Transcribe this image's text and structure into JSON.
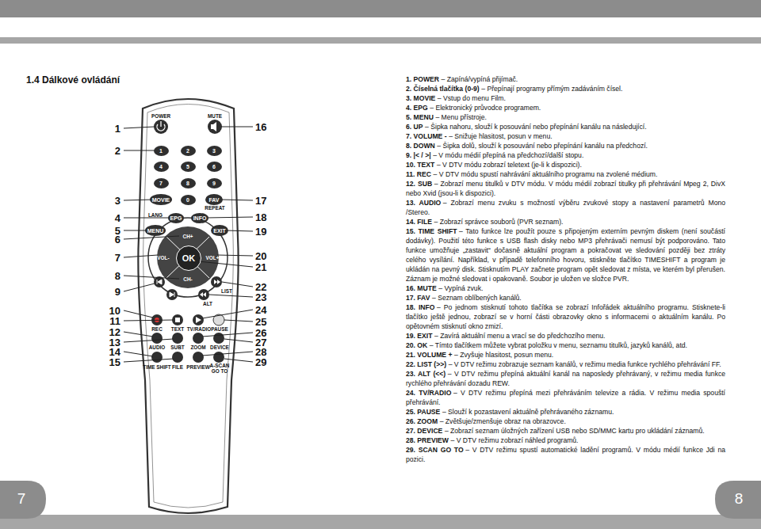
{
  "diagram": {
    "title": "1.4 Dálkové ovládání",
    "nodes": [
      {
        "text": [
          "1"
        ]
      },
      {
        "text": [
          "2"
        ]
      },
      {
        "text": [
          "3"
        ]
      },
      {
        "text": [
          "4"
        ]
      },
      {
        "text": [
          "5"
        ]
      },
      {
        "text": [
          "6"
        ]
      },
      {
        "text": [
          "7"
        ]
      },
      {
        "text": [
          "8"
        ]
      },
      {
        "text": [
          "9"
        ]
      },
      {
        "text": [
          "MOVIE"
        ]
      },
      {
        "text": [
          "0"
        ]
      },
      {
        "text": [
          "FAV"
        ]
      },
      {
        "text": [
          "EPG"
        ]
      },
      {
        "text": [
          "INFO"
        ]
      },
      {
        "text": [
          "MENU"
        ]
      },
      {
        "text": [
          "EXIT"
        ]
      },
      {
        "text": [
          "OK"
        ]
      }
    ],
    "labels": [
      "1",
      "2",
      "3",
      "4",
      "5",
      "6",
      "7",
      "8",
      "9",
      "10",
      "11",
      "12",
      "13",
      "14",
      "15",
      "16",
      "17",
      "18",
      "19",
      "20",
      "21",
      "22",
      "23",
      "24",
      "25",
      "26",
      "27",
      "28",
      "29",
      "POWER",
      "MUTE",
      "REPEAT",
      "LANG",
      "CH+",
      "VOL-",
      "VOL+",
      "CH-",
      "ALT",
      "LIST",
      "REC",
      "TEXT",
      "TV/RADIO",
      "PAUSE",
      "AUDIO",
      "SUBT",
      "ZOOM",
      "DEVICE",
      "TIME SHIFT",
      "FILE",
      "PREVIEW",
      "A-SCAN GO TO",
      "1. POWER",
      "– Zapíná/vypíná přijímač.",
      "2. Číselná tlačítka (0-9)",
      "– Přepínají programy přímým zadáváním čísel.",
      "3. MOVIE",
      "– Vstup do menu Film.",
      "4. EPG",
      "– Elektronický průvodce programem.",
      "5. MENU",
      "– Menu přístroje.",
      "6. UP",
      "– Šipka nahoru, slouží k posouvání nebo přepínání kanálu na následující.",
      "7. VOLUME -",
      "– Snižuje hlasitost, posun v menu.",
      "8. DOWN",
      "– Šipka dolů, slouží k posouvání nebo přepínání kanálu na předchozí.",
      "9. |< / >|",
      "– V módu médií přepíná na předchozí/další stopu.",
      "10. TEXT",
      "– V DTV módu zobrazí teletext (je-li k dispozici).",
      "11. REC",
      "– V DTV módu spustí nahrávání aktuálního programu na zvolené médium.",
      "12. SUB",
      "– Zobrazí menu titulků v DTV módu. V módu médií zobrazí titulky při přehrávání Mpeg 2, DivX nebo Xvid (jsou-li k dispozici).",
      "13. AUDIO",
      "– Zobrazí menu zvuku s možností výběru zvukové stopy a nastavení parametrů Mono /Stereo.",
      "14. FILE",
      "– Zobrazí správce souborů (PVR seznam).",
      "15. TIME SHIFT",
      "– Tato funkce lze použít pouze s připojeným externím pevným diskem (není součástí dodávky). Použití této funkce s USB flash disky nebo MP3 přehrávači nemusí být podporováno. Tato funkce umožňuje „zastavit“ dočasně aktuální program a pokračovat ve sledování později bez ztráty celého vysílání. Například, v případě telefonního hovoru, stiskněte tlačítko TIMESHIFT a program je ukládán na pevný disk. Stisknutím PLAY začnete program opět sledovat z místa, ve kterém byl přerušen. Záznam je možné sledovat i opakovaně. Soubor je uložen ve složce PVR.",
      "16. MUTE",
      "– Vypíná zvuk.",
      "17. FAV",
      "– Seznam oblíbených kanálů.",
      "18. INFO",
      "– Po jednom stisknutí tohoto tlačítka se zobrazí Infořádek aktuálního programu. Stisknete-li tlačítko ještě jednou, zobrazí se v horní části obrazovky okno s informacemi o aktuálním kanálu. Po opětovném stisknutí okno zmizí.",
      "19. EXIT",
      "– Zavírá aktuální menu a vrací se do předchozího menu.",
      "20. OK",
      "– Tímto tlačítkem můžete vybrat položku v menu, seznamu titulků, jazyků kanálů, atd.",
      "21. VOLUME +",
      "– Zvyšuje hlasitost, posun menu.",
      "22. LIST (>>)",
      "– V DTV režimu zobrazuje seznam kanálů, v režimu media funkce rychlého přehrávání FF.",
      "23. ALT (<<)",
      "– V DTV režimu přepíná aktuální kanál na naposledy přehrávaný, v režimu media funkce rychlého přehrávání dozadu REW.",
      "24. TV/RADIO",
      "– V DTV režimu přepíná mezi přehráváním televize a rádia. V režimu media spouští přehrávání.",
      "25. PAUSE",
      "– Slouží k pozastavení aktuálně přehrávaného záznamu.",
      "26. ZOOM",
      "– Zvětšuje/zmenšuje obraz na obrazovce.",
      "27. DEVICE",
      "– Zobrazí seznam úložných zařízení USB nebo SD/MMC kartu pro ukládání záznamů.",
      "28. PREVIEW",
      "– V DTV režimu zobrazí náhled programů.",
      "29. SCAN GO TO",
      "– V DTV režimu spustí automatické ladění programů. V módu médií funkce Jdi na pozici.",
      "7",
      "8"
    ]
  }
}
